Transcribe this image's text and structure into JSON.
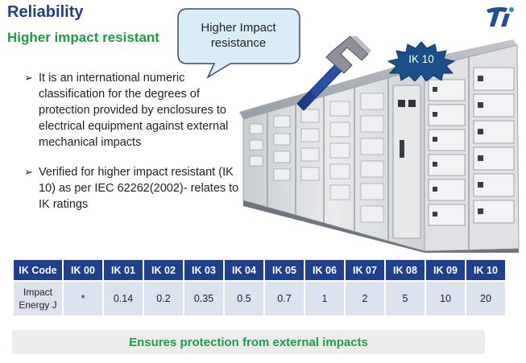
{
  "header": {
    "title": "Reliability",
    "subtitle": "Higher impact resistant"
  },
  "callout": {
    "line1": "Higher Impact",
    "line2": "resistance"
  },
  "badge": {
    "label": "IK 10"
  },
  "bullets": [
    "It is an international numeric classification for the degrees of protection provided by enclosures to electrical equipment against external mechanical impacts",
    "Verified for higher impact resistant (IK 10) as per IEC 62262(2002)- relates to IK ratings"
  ],
  "table": {
    "headers": [
      "IK Code",
      "IK 00",
      "IK 01",
      "IK 02",
      "IK 03",
      "IK 04",
      "IK 05",
      "IK 06",
      "IK 07",
      "IK 08",
      "IK 09",
      "IK 10"
    ],
    "row_label_line1": "Impact",
    "row_label_line2": "Energy J",
    "values": [
      "*",
      "0.14",
      "0.2",
      "0.35",
      "0.5",
      "0.7",
      "1",
      "2",
      "5",
      "10",
      "20"
    ]
  },
  "footer": {
    "text": "Ensures protection from external impacts"
  },
  "colors": {
    "title": "#1f3f8f",
    "accent_green": "#1e9b46",
    "table_header": "#1f3f8f",
    "table_cell": "#dde2ef",
    "badge": "#1b4f8a",
    "callout_fill": "#d9edf6"
  },
  "icons": [
    "ti-logo-icon",
    "hammer-icon",
    "arrow-bullet-icon"
  ]
}
